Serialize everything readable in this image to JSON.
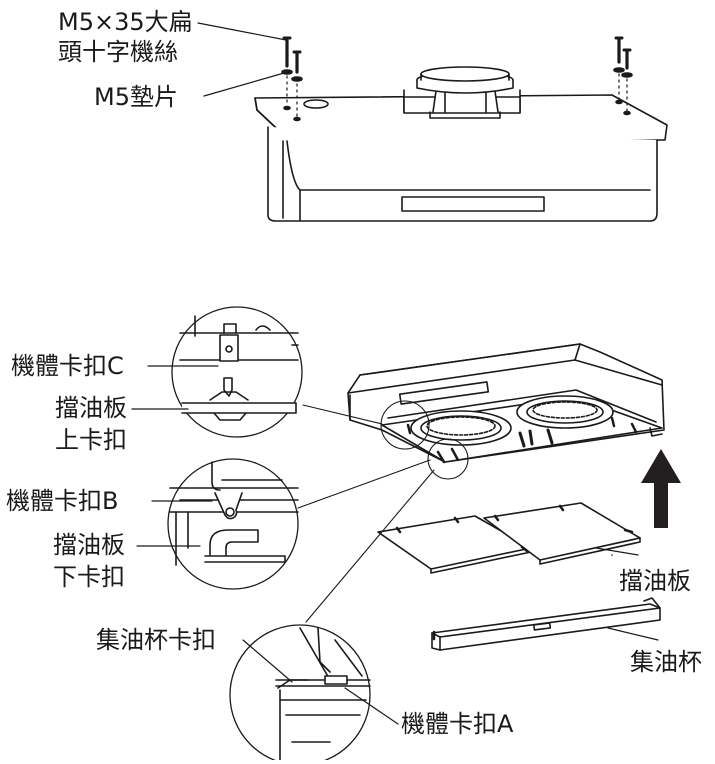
{
  "labels": {
    "screw": [
      "M5×35大扁",
      "頭十字機絲"
    ],
    "washer": "M5墊片",
    "clip_c": "機體卡扣C",
    "filter_top_clip": [
      "擋油板",
      "上卡扣"
    ],
    "clip_b": "機體卡扣B",
    "filter_bottom_clip": [
      "擋油板",
      "下卡扣"
    ],
    "oil_cup_clip": "集油杯卡扣",
    "clip_a": "機體卡扣A",
    "filter": "擋油板",
    "oil_cup": "集油杯"
  },
  "colors": {
    "line": "#1a1a1a",
    "arrow": "#231f20",
    "background": "#ffffff"
  }
}
